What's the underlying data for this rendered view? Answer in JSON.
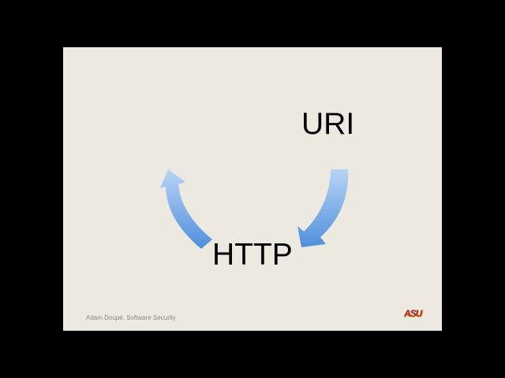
{
  "slide": {
    "label_uri": "URI",
    "label_http": "HTTP",
    "footer": "Adam Doupé, Software Security",
    "logo_text": "ASU"
  },
  "colors": {
    "background": "#000000",
    "slide": "#ebe9e0",
    "arrow_light": "#b8d4f6",
    "arrow_dark": "#4f8fdc",
    "logo": "#9b1b30"
  },
  "icons": [
    "curved-arrow-uri-to-http-icon",
    "curved-arrow-http-to-loop-icon"
  ]
}
